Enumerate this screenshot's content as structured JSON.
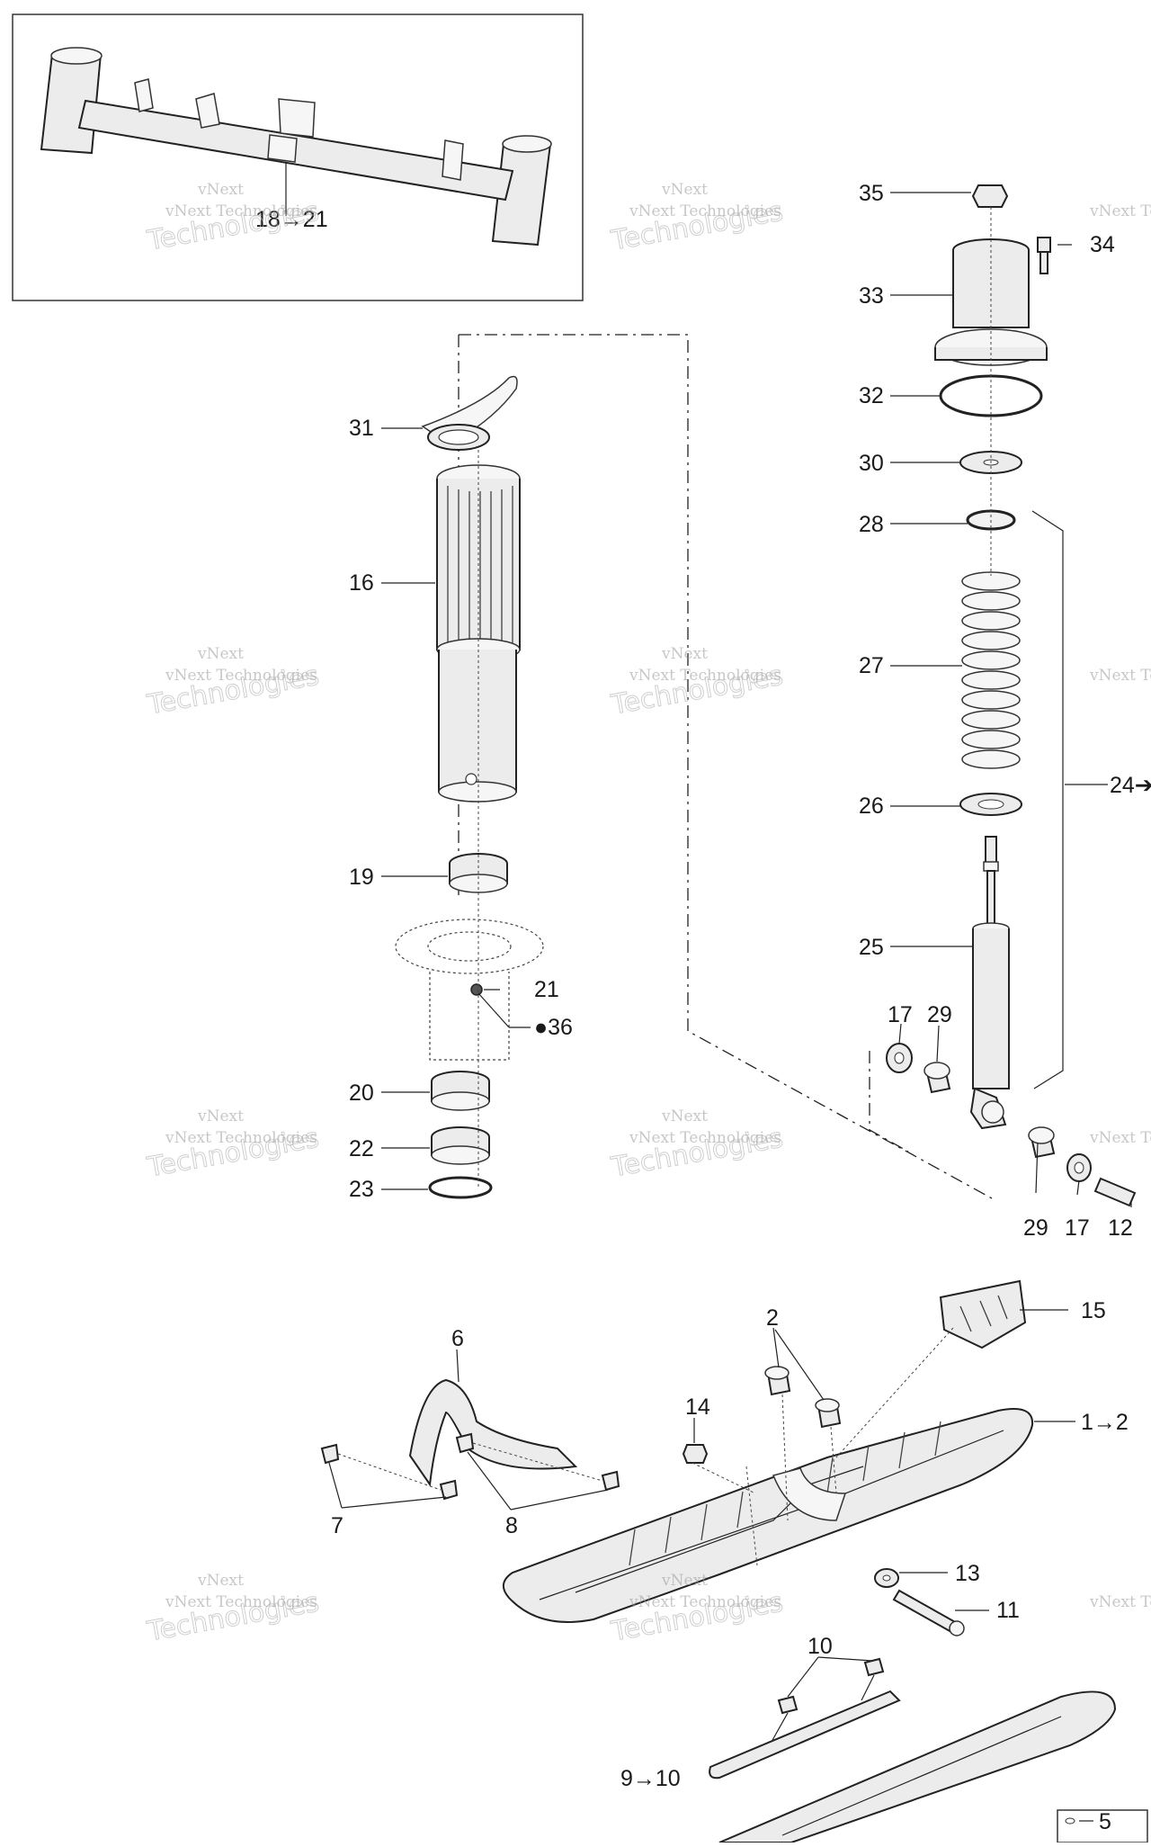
{
  "watermark": {
    "line1": "vNext Technologies",
    "line2": "Technologies",
    "line3": "vNext"
  },
  "callouts": {
    "c35": "35",
    "c34": "34",
    "c33": "33",
    "c32": "32",
    "c30": "30",
    "c28": "28",
    "c27": "27",
    "c26": "26",
    "c25": "25",
    "c24": "24➔",
    "c17a": "17",
    "c29a": "29",
    "c29b": "29",
    "c17b": "17",
    "c12": "12",
    "c31": "31",
    "c16": "16",
    "c19": "19",
    "c21": "21",
    "c36": "●36",
    "c20": "20",
    "c22": "22",
    "c23": "23",
    "c18": "18→21",
    "c15": "15",
    "c2": "2",
    "c1": "1→2",
    "c14": "14",
    "c6": "6",
    "c7": "7",
    "c8": "8",
    "c13": "13",
    "c11": "11",
    "c10": "10",
    "c9": "9→10",
    "c5": "5"
  },
  "colors": {
    "ink": "#222222",
    "fill": "#ececec",
    "watermark": "#9a9a9a"
  }
}
